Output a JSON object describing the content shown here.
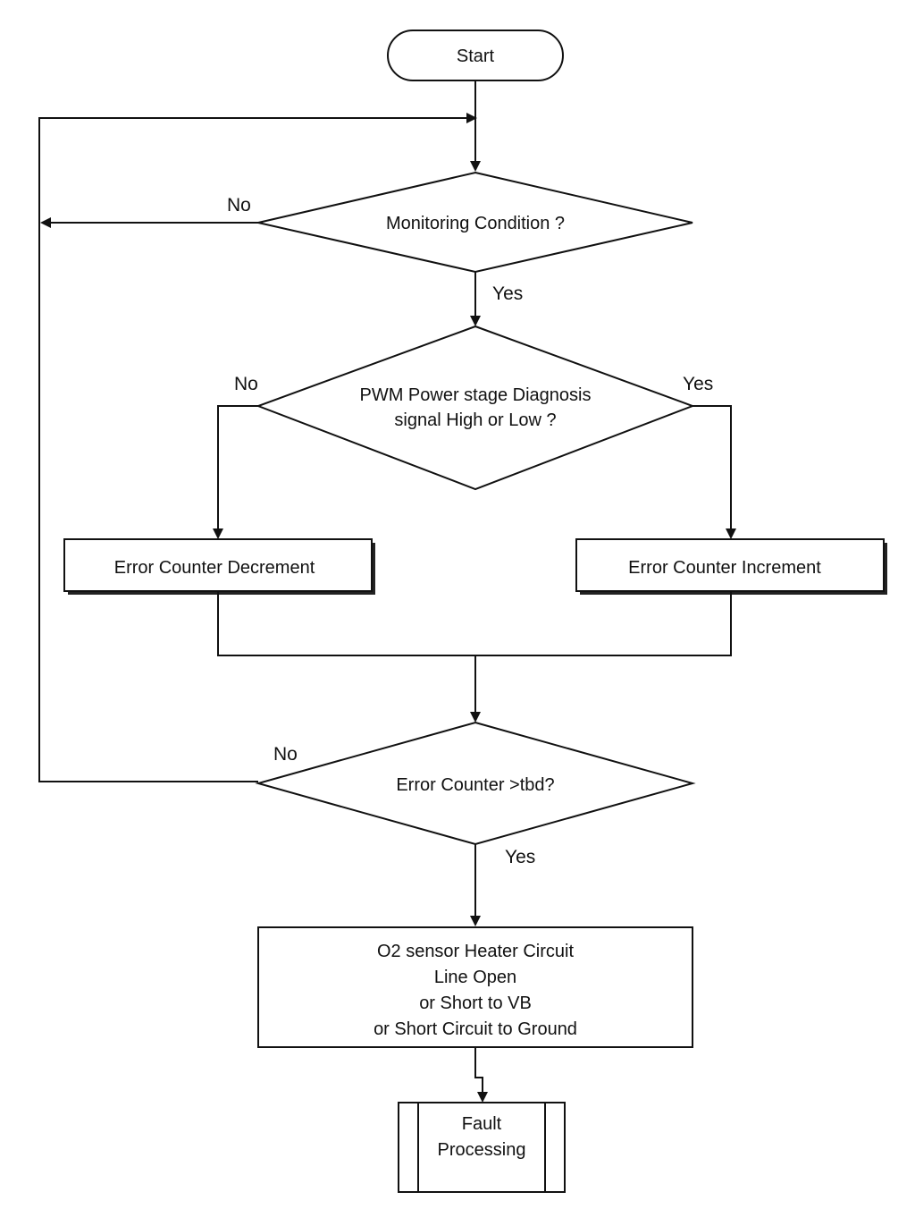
{
  "flowchart": {
    "start": "Start",
    "decision_monitoring": "Monitoring Condition ?",
    "decision_pwm": [
      "PWM Power stage Diagnosis",
      "signal High or Low ?"
    ],
    "process_decrement": "Error Counter Decrement",
    "process_increment": "Error Counter Increment",
    "decision_counter": "Error Counter >tbd?",
    "process_fault_detected": [
      "O2 sensor Heater Circuit",
      "Line Open",
      "or Short to VB",
      "or Short Circuit to Ground"
    ],
    "subprocess_fault": [
      "Fault",
      "Processing"
    ],
    "labels": {
      "monitoring_no": "No",
      "monitoring_yes": "Yes",
      "pwm_no": "No",
      "pwm_yes": "Yes",
      "counter_no": "No",
      "counter_yes": "Yes"
    }
  }
}
